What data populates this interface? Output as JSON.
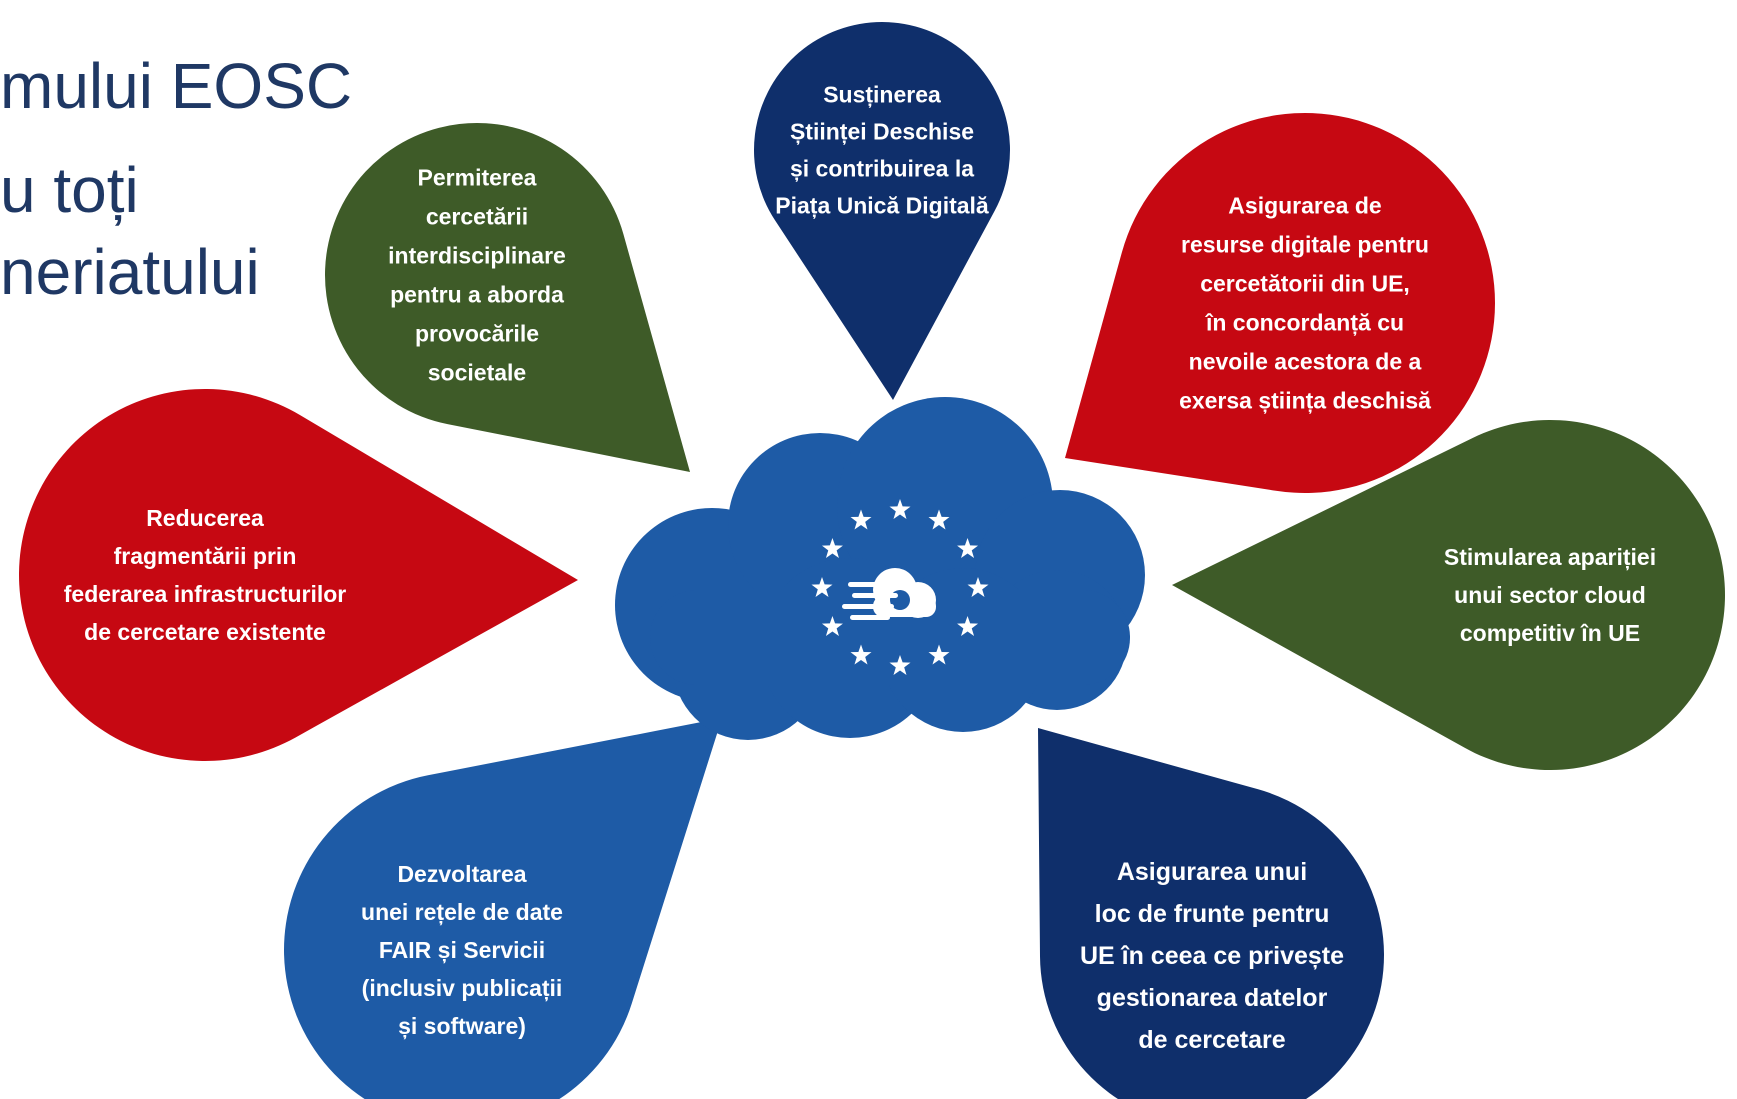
{
  "background_text": {
    "line1": "mului EOSC",
    "line2": "u toți",
    "line3": "neriatului"
  },
  "center": {
    "icon": "eu-cloud-icon",
    "color": "#1e5ba6"
  },
  "bubbles": [
    {
      "name": "bubble-open-science",
      "color": "#0f2f6b",
      "lines": [
        "Susținerea",
        "Științei Deschise",
        "și contribuirea la",
        "Piața Unică Digitală"
      ]
    },
    {
      "name": "bubble-interdisciplinary",
      "color": "#3e5b28",
      "lines": [
        "Permiterea",
        "cercetării",
        "interdisciplinare",
        "pentru a aborda",
        "provocările",
        "societale"
      ]
    },
    {
      "name": "bubble-digital-resources",
      "color": "#c60812",
      "lines": [
        "Asigurarea de",
        "resurse digitale pentru",
        "cercetătorii din UE,",
        "în concordanță cu",
        "nevoile acestora de a",
        "exersa știința deschisă"
      ]
    },
    {
      "name": "bubble-fragmentation",
      "color": "#c60812",
      "lines": [
        "Reducerea",
        "fragmentării prin",
        "federarea infrastructurilor",
        "de cercetare existente"
      ]
    },
    {
      "name": "bubble-cloud-sector",
      "color": "#3e5b28",
      "lines": [
        "Stimularea apariției",
        "unui sector cloud",
        "competitiv în UE"
      ]
    },
    {
      "name": "bubble-fair-data",
      "color": "#1e5ba6",
      "lines": [
        "Dezvoltarea",
        "unei rețele de date",
        "FAIR și Servicii",
        "(inclusiv publicații",
        "și software)"
      ]
    },
    {
      "name": "bubble-data-management",
      "color": "#0f2f6b",
      "lines": [
        "Asigurarea unui",
        "loc de frunte pentru",
        "UE în ceea ce privește",
        "gestionarea datelor",
        "de cercetare"
      ]
    }
  ]
}
